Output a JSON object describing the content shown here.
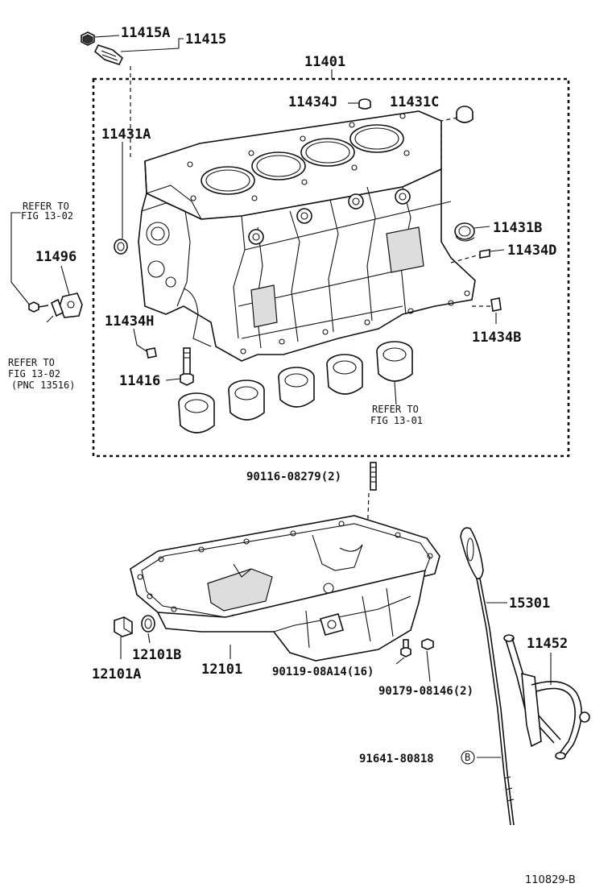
{
  "diagram": {
    "labels": {
      "p11415A": "11415A",
      "p11415": "11415",
      "p11401": "11401",
      "p11434J": "11434J",
      "p11431C": "11431C",
      "p11431A": "11431A",
      "refer1a": "REFER TO",
      "refer1b": "FIG 13-02",
      "p11431B": "11431B",
      "p11434D": "11434D",
      "p11496": "11496",
      "p11434H": "11434H",
      "p11434B": "11434B",
      "refer2a": "REFER TO",
      "refer2b": "FIG 13-02",
      "refer2c": "(PNC 13516)",
      "p11416": "11416",
      "refer3a": "REFER TO",
      "refer3b": "FIG 13-01",
      "p90116": "90116-08279(2)",
      "p15301": "15301",
      "p11452": "11452",
      "p12101B": "12101B",
      "p12101": "12101",
      "p12101A": "12101A",
      "p90119": "90119-08A14(16)",
      "p90179": "90179-08146(2)",
      "p91641": "91641-80818",
      "circleB": "B",
      "figcode": "110829-B"
    }
  }
}
